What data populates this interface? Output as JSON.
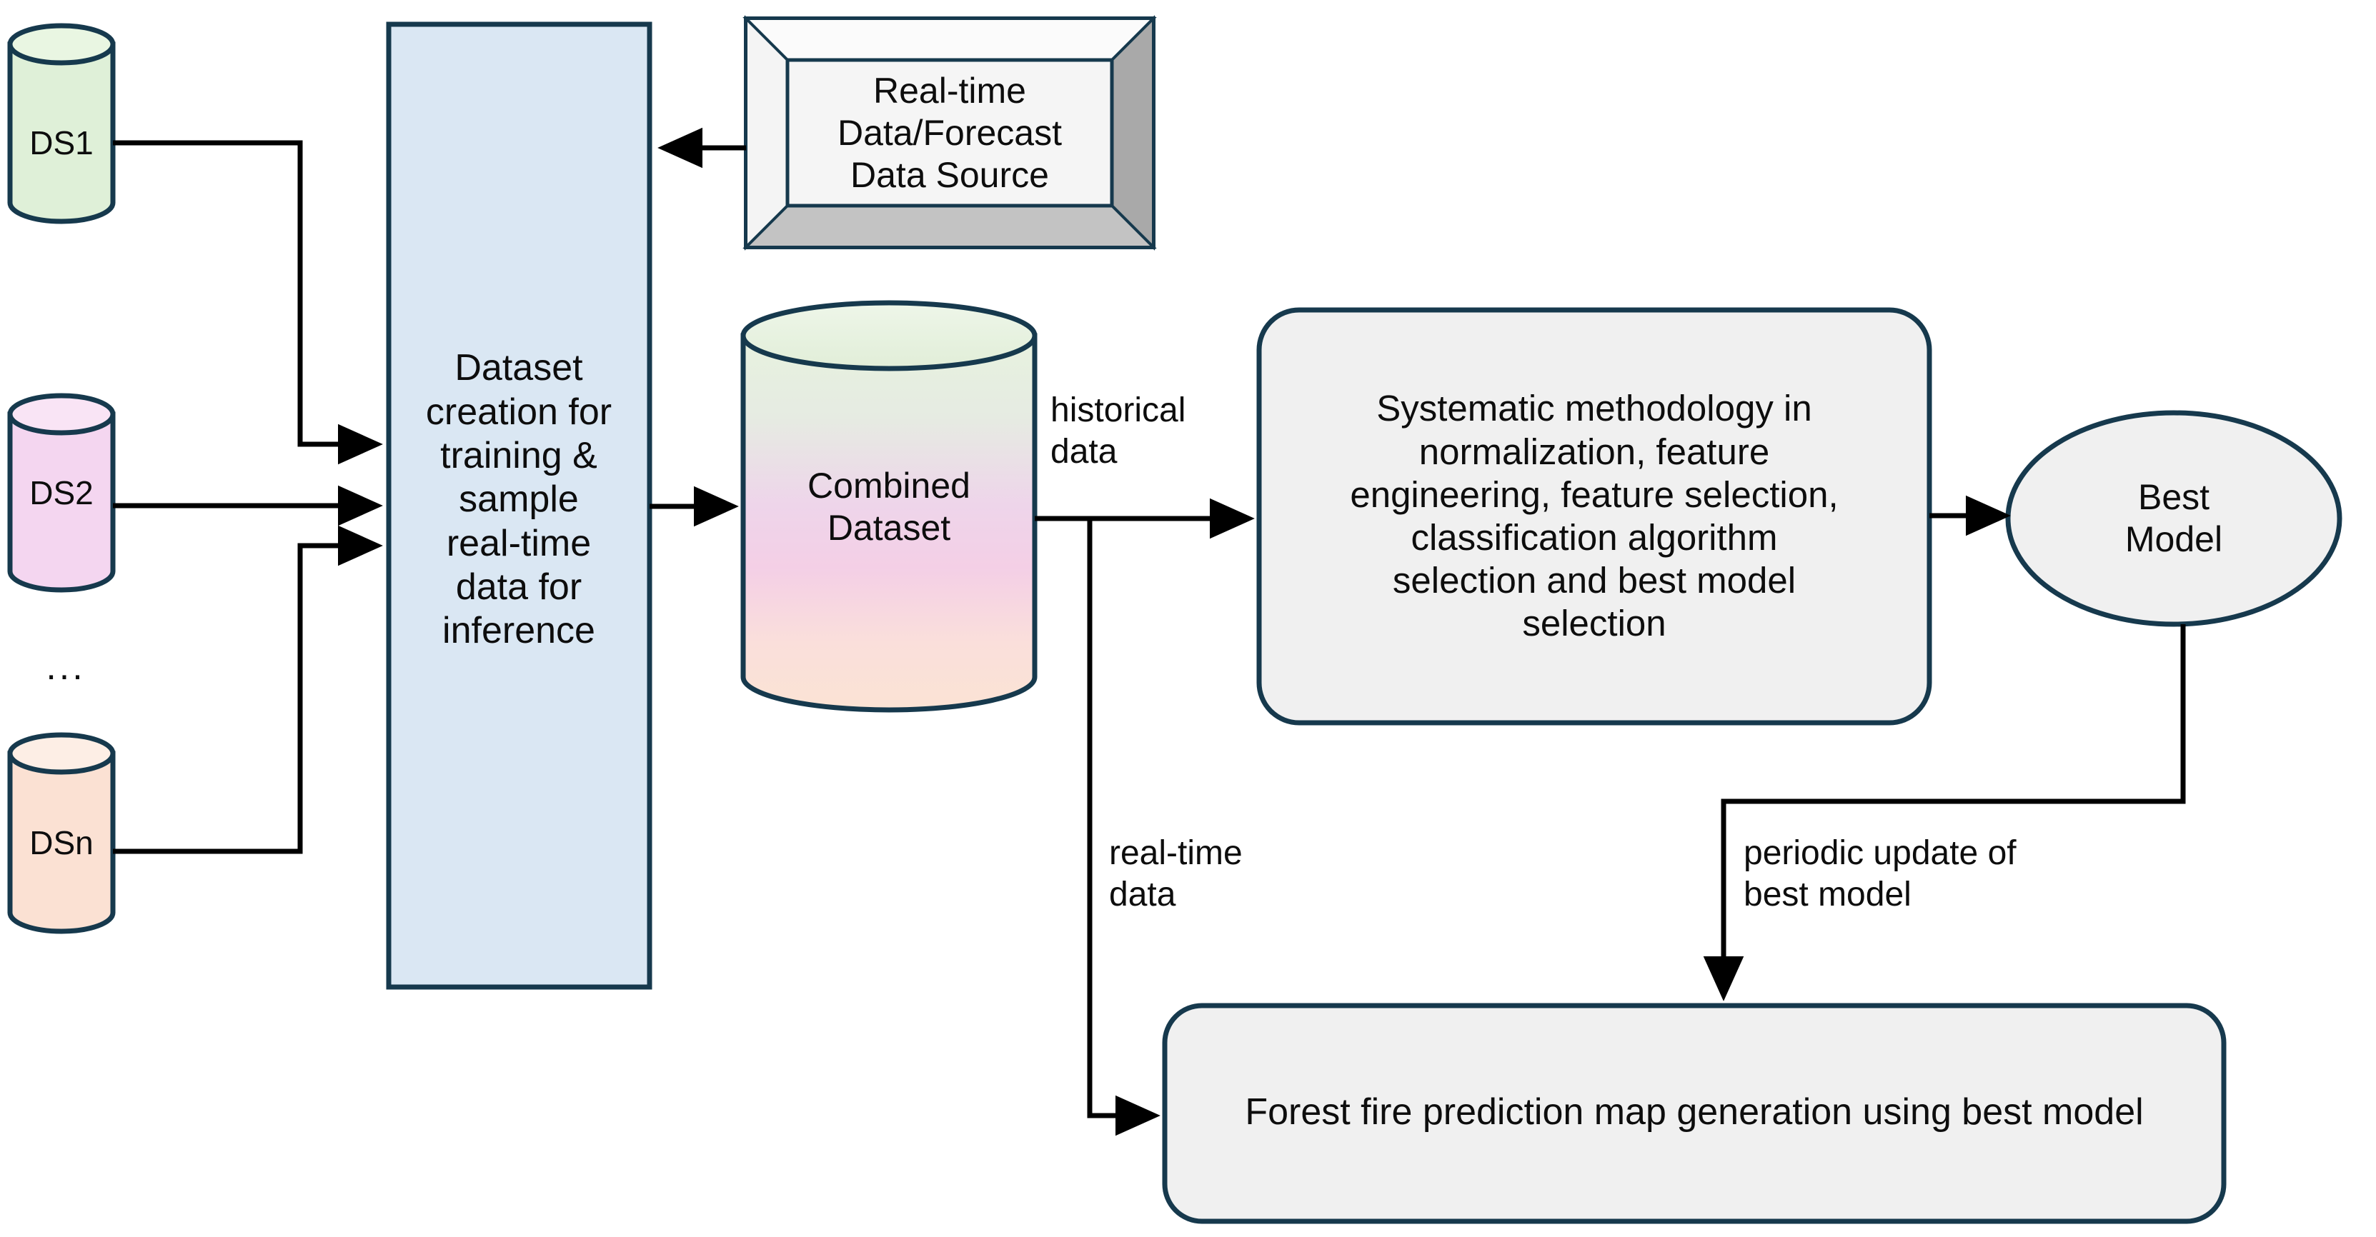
{
  "diagram": {
    "title": "Forest fire prediction machine learning pipeline flowchart",
    "nodes": {
      "ds1": {
        "label": "DS1",
        "shape": "cylinder",
        "fill": "#dff0d8",
        "stroke": "#16394d"
      },
      "ds2": {
        "label": "DS2",
        "shape": "cylinder",
        "fill": "#f4d6f0",
        "stroke": "#16394d"
      },
      "ellipsis": {
        "label": "...",
        "shape": "text"
      },
      "dsn": {
        "label": "DSn",
        "shape": "cylinder",
        "fill": "#fbe1d3",
        "stroke": "#16394d"
      },
      "dataset_creation": {
        "label": "Dataset\ncreation for\ntraining &\nsample\nreal-time\ndata for\ninference",
        "shape": "rectangle",
        "fill": "#dae7f3",
        "stroke": "#16394d"
      },
      "data_source": {
        "label": "Real-time\nData/Forecast\nData Source",
        "shape": "beveled-box-3d",
        "fill": "#f2f2f2",
        "bevel_light": "#fcfcfc",
        "bevel_dark": "#b0b0b0",
        "stroke": "#16394d"
      },
      "combined_dataset": {
        "label": "Combined\nDataset",
        "shape": "cylinder",
        "gradient_top": "#e4f0dc",
        "gradient_mid": "#f0cfe8",
        "gradient_bottom": "#fbe2d4",
        "stroke": "#16394d"
      },
      "methodology": {
        "label": "Systematic methodology in\nnormalization, feature\nengineering, feature selection,\nclassification algorithm\nselection and best model\nselection",
        "shape": "rounded-rectangle",
        "fill": "#f0f0f0",
        "stroke": "#16394d"
      },
      "best_model": {
        "label": "Best\nModel",
        "shape": "ellipse",
        "fill": "#f0f0f0",
        "stroke": "#16394d"
      },
      "prediction_map": {
        "label": "Forest fire prediction map generation using best model",
        "shape": "rounded-rectangle",
        "fill": "#f0f0f0",
        "stroke": "#16394d"
      }
    },
    "edges": [
      {
        "id": "ds1-to-creation",
        "from": "ds1",
        "to": "dataset_creation",
        "label": ""
      },
      {
        "id": "ds2-to-creation",
        "from": "ds2",
        "to": "dataset_creation",
        "label": ""
      },
      {
        "id": "dsn-to-creation",
        "from": "dsn",
        "to": "dataset_creation",
        "label": ""
      },
      {
        "id": "source-to-creation",
        "from": "data_source",
        "to": "dataset_creation",
        "label": ""
      },
      {
        "id": "creation-to-combined",
        "from": "dataset_creation",
        "to": "combined_dataset",
        "label": ""
      },
      {
        "id": "combined-to-methodology",
        "from": "combined_dataset",
        "to": "methodology",
        "label": "historical\ndata"
      },
      {
        "id": "combined-to-prediction",
        "from": "combined_dataset",
        "to": "prediction_map",
        "label": "real-time\ndata"
      },
      {
        "id": "methodology-to-best",
        "from": "methodology",
        "to": "best_model",
        "label": ""
      },
      {
        "id": "best-to-prediction",
        "from": "best_model",
        "to": "prediction_map",
        "label": "periodic update of\nbest model"
      }
    ],
    "edge_labels": {
      "historical_data": "historical\ndata",
      "real_time_data": "real-time\ndata",
      "periodic_update": "periodic update of\nbest model"
    },
    "colors": {
      "line": "#000000",
      "node_stroke": "#16394d",
      "text": "#0d0d0d",
      "background": "#ffffff"
    }
  }
}
